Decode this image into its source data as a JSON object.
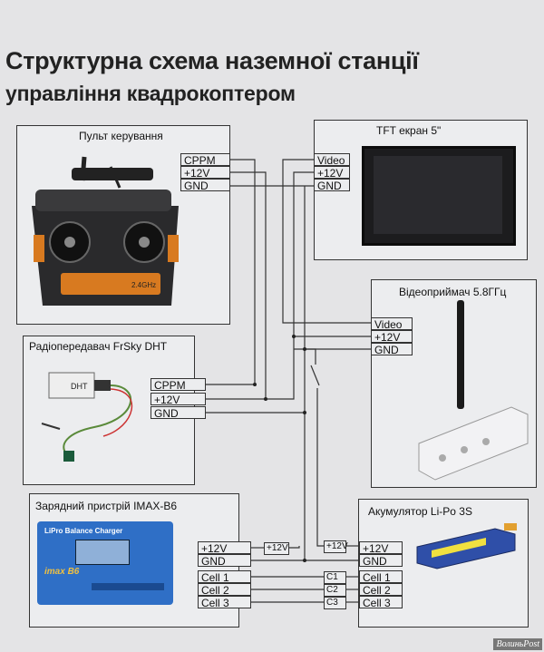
{
  "title": {
    "line1": "Структурна схема наземної станції",
    "line2": "управління квадрокоптером"
  },
  "blocks": {
    "remote": {
      "title": "Пульт керування",
      "ports": [
        "CPPM",
        "+12V",
        "GND"
      ]
    },
    "tft": {
      "title": "TFT екран 5\"",
      "ports": [
        "Video",
        "+12V",
        "GND"
      ]
    },
    "video_rx": {
      "title": "Відеоприймач 5.8ГГц",
      "ports": [
        "Video",
        "+12V",
        "GND"
      ]
    },
    "radio_tx": {
      "title": "Радіопередавач FrSky DHT",
      "ports": [
        "CPPM",
        "+12V",
        "GND"
      ]
    },
    "charger": {
      "title": "Зарядний пристрій IMAX-B6",
      "ports": [
        "+12V",
        "GND",
        "Cell 1",
        "Cell 2",
        "Cell 3"
      ],
      "label_top": "LiPro Balance Charger",
      "logo": "imax B6"
    },
    "battery": {
      "title": "Акумулятор Li-Po 3S",
      "ports": [
        "+12V",
        "GND",
        "Cell 1",
        "Cell 2",
        "Cell 3"
      ]
    }
  },
  "connectors": {
    "switch_12v": "+12V",
    "junction_12v": "+12V",
    "c1": "C1",
    "c2": "C2",
    "c3": "C3"
  },
  "device_labels": {
    "dht": "DHT",
    "tx_band": "2.4GHz"
  },
  "watermark": "ВолиньPost"
}
